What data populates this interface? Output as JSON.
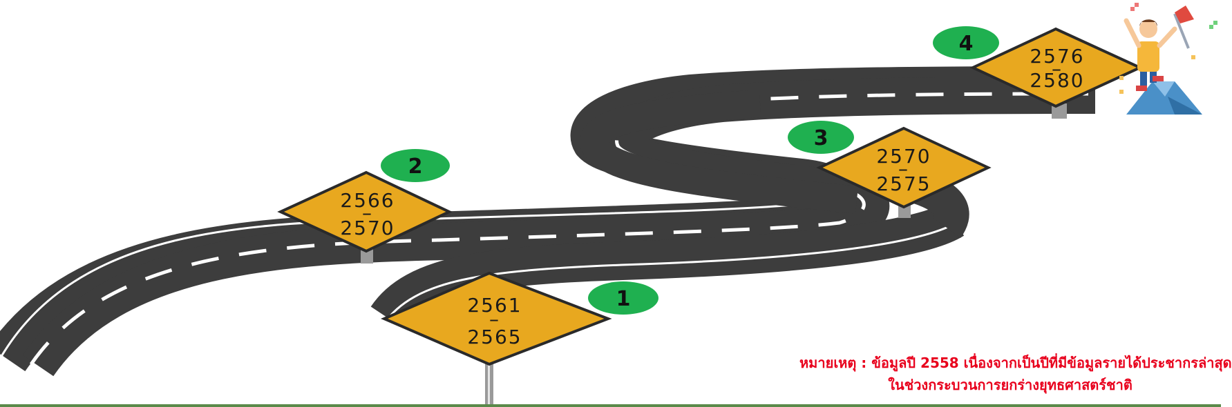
{
  "milestones": [
    {
      "number": "1",
      "start": "2561",
      "dash": "–",
      "end": "2565"
    },
    {
      "number": "2",
      "start": "2566",
      "dash": "–",
      "end": "2570"
    },
    {
      "number": "3",
      "start": "2570",
      "dash": "–",
      "end": "2575"
    },
    {
      "number": "4",
      "start": "2576",
      "dash": "–",
      "end": "2580"
    }
  ],
  "note": {
    "line1": "หมายเหตุ : ข้อมูลปี 2558 เนื่องจากเป็นปีที่มีข้อมูลรายได้ประชากรล่าสุด",
    "line2": "ในช่วงกระบวนการยกร่างยุทธศาสตร์ชาติ"
  },
  "colors": {
    "road": "#3d3d3d",
    "sign": "#e8a81f",
    "badge": "#1fb050",
    "note": "#e8001c"
  },
  "icons": [
    "person-with-flag-icon",
    "mountain-icon"
  ]
}
